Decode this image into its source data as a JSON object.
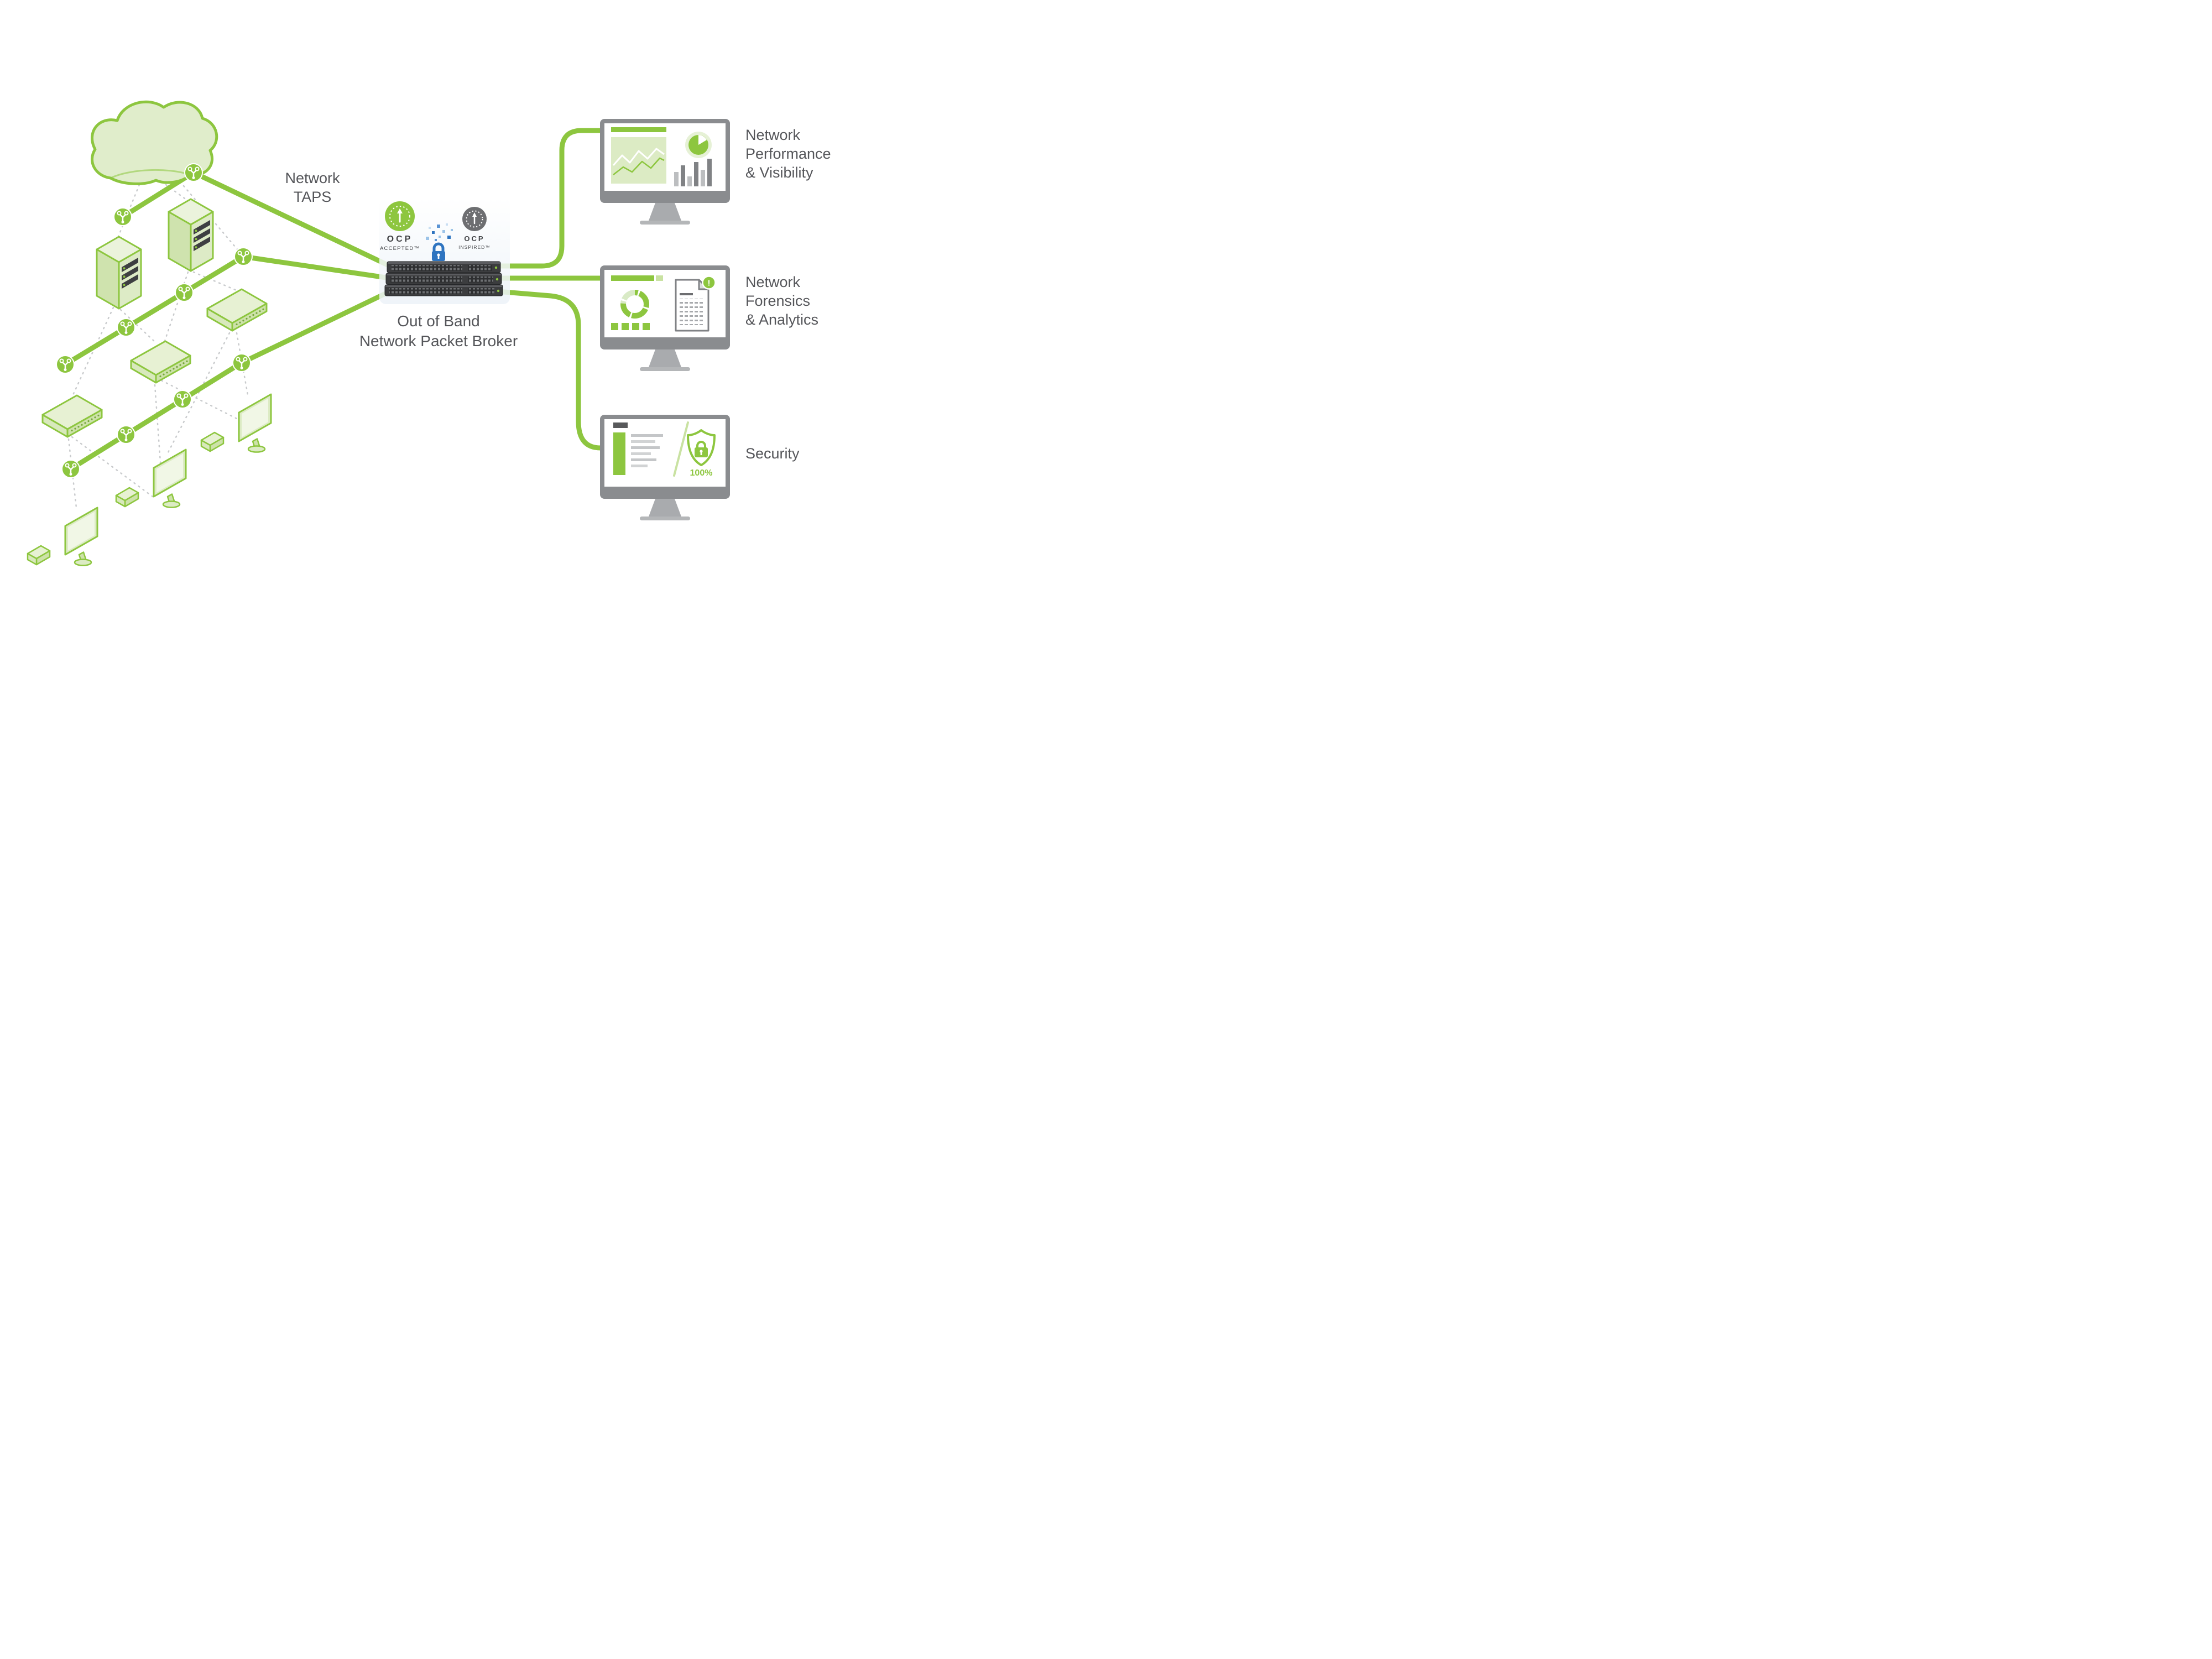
{
  "colors": {
    "accent_green": "#8DC63F",
    "light_green": "#DCEBC4",
    "dark_gray": "#58595B",
    "frame_gray": "#8A8C8F",
    "mesh_gray": "#C9CBCD",
    "lock_blue": "#2E74C0"
  },
  "taps_label": {
    "line1": "Network",
    "line2": "TAPS"
  },
  "broker": {
    "line1": "Out of Band",
    "line2": "Network Packet Broker"
  },
  "badges": {
    "accepted": {
      "title": "OCP",
      "subtitle": "ACCEPTED™"
    },
    "inspired": {
      "title": "OCP",
      "subtitle": "INSPIRED™"
    }
  },
  "outputs": {
    "performance": {
      "line1": "Network",
      "line2": "Performance",
      "line3": "& Visibility"
    },
    "forensics": {
      "line1": "Network",
      "line2": "Forensics",
      "line3": "& Analytics"
    },
    "security": {
      "label": "Security",
      "percent": "100%"
    }
  },
  "icons": {
    "doc_badge_glyph": "!"
  }
}
